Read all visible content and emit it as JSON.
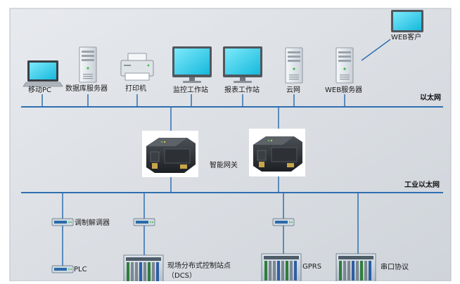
{
  "colors": {
    "background": "#d9dde2",
    "bus_line": "#2f6fb0",
    "monitor_screen": "#2fd4f0",
    "server_body": "#eef1f4",
    "gateway_body": "#2b2f33",
    "modem_body": "#c8d3dc"
  },
  "top_devices": [
    {
      "label": "移动PC",
      "icon": "laptop-icon"
    },
    {
      "label": "数据库服务器",
      "icon": "server-tower-icon"
    },
    {
      "label": "打印机",
      "icon": "printer-icon"
    },
    {
      "label": "监控工作站",
      "icon": "monitor-icon"
    },
    {
      "label": "报表工作站",
      "icon": "monitor-icon"
    },
    {
      "label": "云网",
      "icon": "server-tower-icon"
    },
    {
      "label": "WEB服务器",
      "icon": "server-tower-icon"
    }
  ],
  "web_client": {
    "label": "WEB客户",
    "icon": "monitor-icon"
  },
  "ethernet": {
    "label": "以太网"
  },
  "gateway": {
    "label": "智能网关",
    "icon": "plc-gateway-icon"
  },
  "industrial_ethernet": {
    "label": "工业以太网"
  },
  "bottom": {
    "modem_label": "调制解调器",
    "plc_label": "PLC",
    "dcs_label_line1": "现场分布式控制站点",
    "dcs_label_line2": "（DCS）",
    "gprs_label": "GPRS",
    "serial_label": "串口协议"
  }
}
